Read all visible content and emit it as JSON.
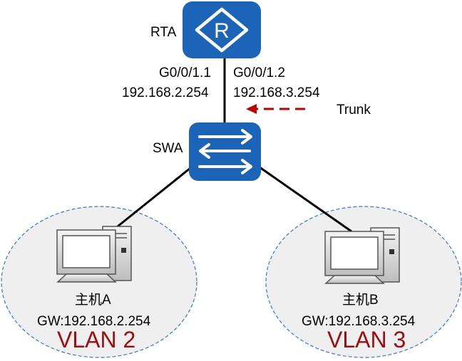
{
  "router": {
    "name": "RTA",
    "icon": "router-icon"
  },
  "switch": {
    "name": "SWA",
    "icon": "switch-icon"
  },
  "interfaces": {
    "left": {
      "name": "G0/0/1.1",
      "ip": "192.168.2.254"
    },
    "right": {
      "name": "G0/0/1.2",
      "ip": "192.168.3.254"
    }
  },
  "link": {
    "label": "Trunk",
    "arrow_color": "#c00000"
  },
  "hosts": [
    {
      "name": "主机A",
      "gateway": "GW:192.168.2.254",
      "vlan": "VLAN 2",
      "icon": "computer-icon"
    },
    {
      "name": "主机B",
      "gateway": "GW:192.168.3.254",
      "vlan": "VLAN 3",
      "icon": "computer-icon"
    }
  ],
  "colors": {
    "device_blue": "#1c64b8",
    "vlan_text": "#9b0e12",
    "vlan_zone_fill": "#efefef",
    "vlan_zone_border": "#3b78c4"
  }
}
